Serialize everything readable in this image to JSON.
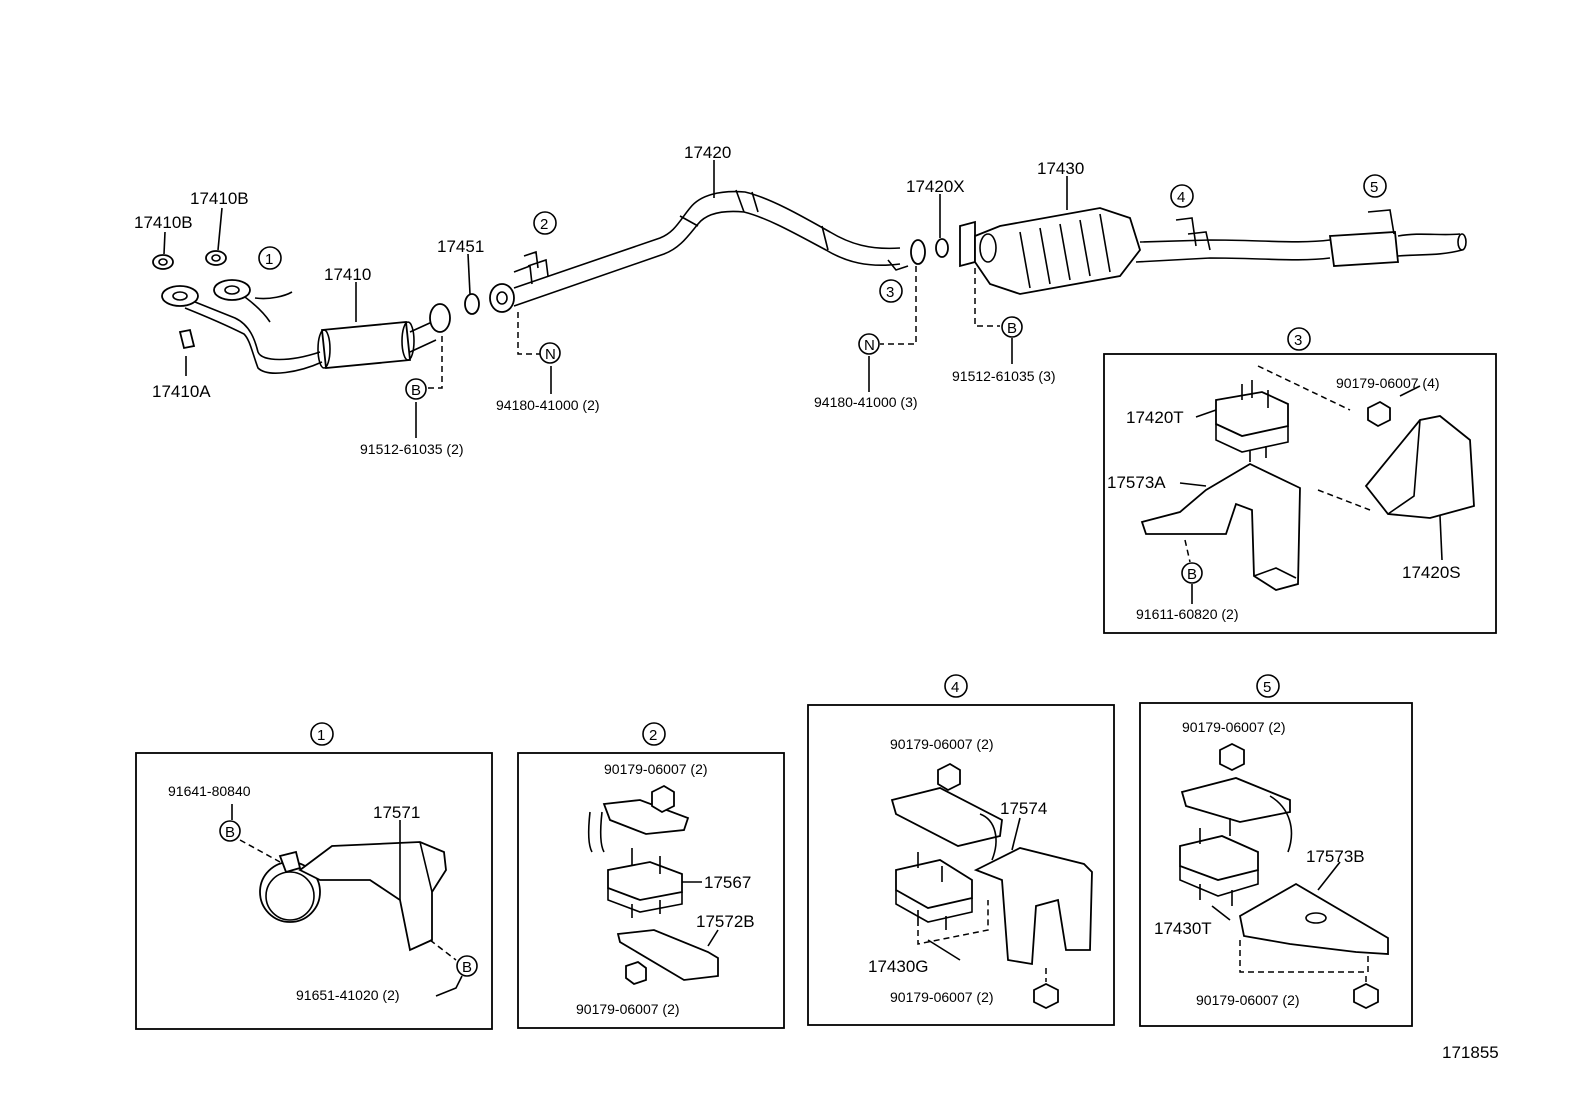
{
  "labels": {
    "p17410B_a": "17410B",
    "p17410B_b": "17410B",
    "p17410": "17410",
    "p17410A": "17410A",
    "p17451": "17451",
    "p17420": "17420",
    "p17420X": "17420X",
    "p17430": "17430",
    "p91512_a": "91512-61035 (2)",
    "p94180_a": "94180-41000 (2)",
    "p94180_b": "94180-41000 (3)",
    "p91512_b": "91512-61035 (3)",
    "p17420T": "17420T",
    "p17573A": "17573A",
    "p90179_d3": "90179-06007 (4)",
    "p17420S": "17420S",
    "p91611": "91611-60820 (2)",
    "p91641": "91641-80840",
    "p17571": "17571",
    "p91651": "91651-41020 (2)",
    "p90179_d2top": "90179-06007 (2)",
    "p17567": "17567",
    "p17572B": "17572B",
    "p90179_d2bot": "90179-06007 (2)",
    "p90179_d4top": "90179-06007 (2)",
    "p17574": "17574",
    "p17430G": "17430G",
    "p90179_d4bot": "90179-06007 (2)",
    "p90179_d5top": "90179-06007 (2)",
    "p17573B": "17573B",
    "p17430T": "17430T",
    "p90179_d5bot": "90179-06007 (2)",
    "figure_id": "171855"
  },
  "markers": {
    "one": "1",
    "two": "2",
    "three": "3",
    "four": "4",
    "five": "5",
    "B": "B",
    "N": "N"
  }
}
